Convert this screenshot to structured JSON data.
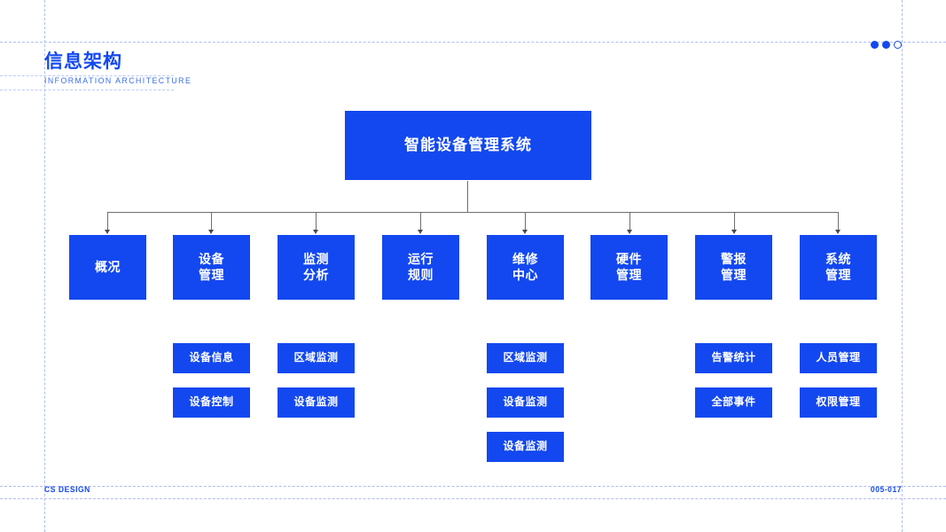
{
  "header": {
    "title_cn": "信息架构",
    "title_en": "INFORMATION ARCHITECTURE",
    "pager_dots": [
      "filled",
      "filled",
      "hollow"
    ]
  },
  "footer": {
    "brand": "CS DESIGN",
    "page_number": "005-017"
  },
  "colors": {
    "node_blue": "#1348f0",
    "node_text": "#ffffff",
    "guide_line": "#aebdf2",
    "connector": "#6e6e6e",
    "background": "#ffffff"
  },
  "chart_data": {
    "type": "diagram",
    "diagram_kind": "org-chart",
    "title": "信息架构",
    "root": {
      "label": "智能设备管理系统"
    },
    "branches": [
      {
        "label": "概况",
        "children": []
      },
      {
        "label": "设备管理",
        "children": [
          "设备信息",
          "设备控制"
        ]
      },
      {
        "label": "监测分析",
        "children": [
          "区域监测",
          "设备监测"
        ]
      },
      {
        "label": "运行规则",
        "children": []
      },
      {
        "label": "维修中心",
        "children": [
          "区域监测",
          "设备监测",
          "设备监测"
        ]
      },
      {
        "label": "硬件管理",
        "children": []
      },
      {
        "label": "警报管理",
        "children": [
          "告警统计",
          "全部事件"
        ]
      },
      {
        "label": "系统管理",
        "children": [
          "人员管理",
          "权限管理"
        ]
      }
    ]
  },
  "nodes": {
    "root": "智能设备管理系统",
    "level2": [
      "概况",
      "设备管理",
      "监测分析",
      "运行规则",
      "维修中心",
      "硬件管理",
      "警报管理",
      "系统管理"
    ],
    "level3": {
      "col2": [
        "设备信息",
        "设备控制"
      ],
      "col3": [
        "区域监测",
        "设备监测"
      ],
      "col5": [
        "区域监测",
        "设备监测",
        "设备监测"
      ],
      "col7": [
        "告警统计",
        "全部事件"
      ],
      "col8": [
        "人员管理",
        "权限管理"
      ]
    }
  }
}
